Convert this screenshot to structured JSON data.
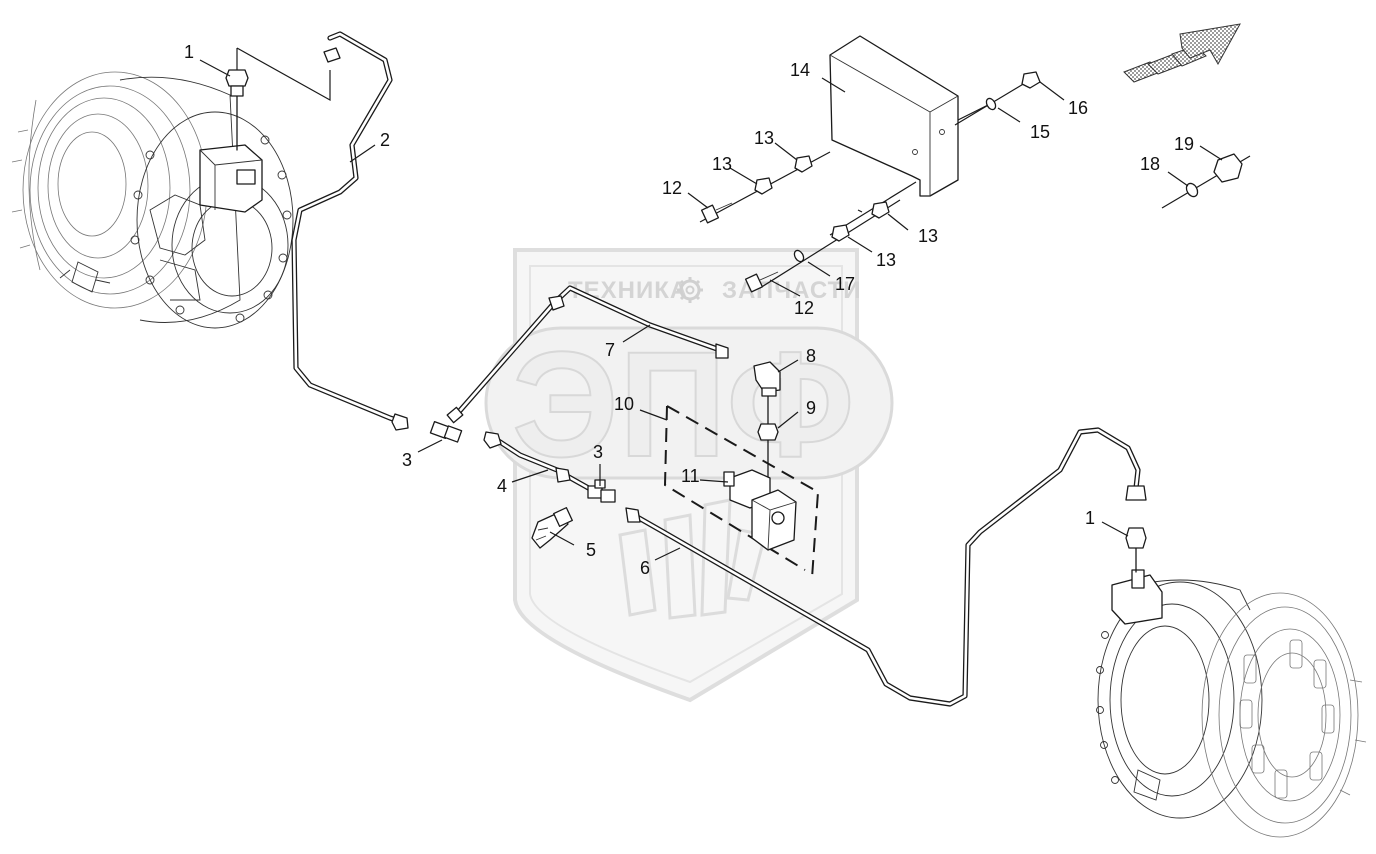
{
  "watermark": {
    "line1_left": "ТЕХНИКА",
    "line1_right": "ЗАПЧАСТИ",
    "big": "ЭПФ"
  },
  "labels": [
    {
      "id": "label-1-left",
      "text": "1"
    },
    {
      "id": "label-2",
      "text": "2"
    },
    {
      "id": "label-3-left",
      "text": "3"
    },
    {
      "id": "label-3-right",
      "text": "3"
    },
    {
      "id": "label-4",
      "text": "4"
    },
    {
      "id": "label-5",
      "text": "5"
    },
    {
      "id": "label-6",
      "text": "6"
    },
    {
      "id": "label-7",
      "text": "7"
    },
    {
      "id": "label-8",
      "text": "8"
    },
    {
      "id": "label-9",
      "text": "9"
    },
    {
      "id": "label-10",
      "text": "10"
    },
    {
      "id": "label-11",
      "text": "11"
    },
    {
      "id": "label-12-top",
      "text": "12"
    },
    {
      "id": "label-12-bottom",
      "text": "12"
    },
    {
      "id": "label-13-a",
      "text": "13"
    },
    {
      "id": "label-13-b",
      "text": "13"
    },
    {
      "id": "label-13-c",
      "text": "13"
    },
    {
      "id": "label-13-d",
      "text": "13"
    },
    {
      "id": "label-14",
      "text": "14"
    },
    {
      "id": "label-15",
      "text": "15"
    },
    {
      "id": "label-16",
      "text": "16"
    },
    {
      "id": "label-17",
      "text": "17"
    },
    {
      "id": "label-18",
      "text": "18"
    },
    {
      "id": "label-19",
      "text": "19"
    },
    {
      "id": "label-1-right",
      "text": "1"
    }
  ],
  "colors": {
    "line": "#1a1a1a",
    "watermark": "#d4d4d4",
    "direction_arrow": "#9a9a9a"
  },
  "icons": {
    "direction": "forward-direction-arrow-icon",
    "watermark_gear": "gear-icon"
  }
}
